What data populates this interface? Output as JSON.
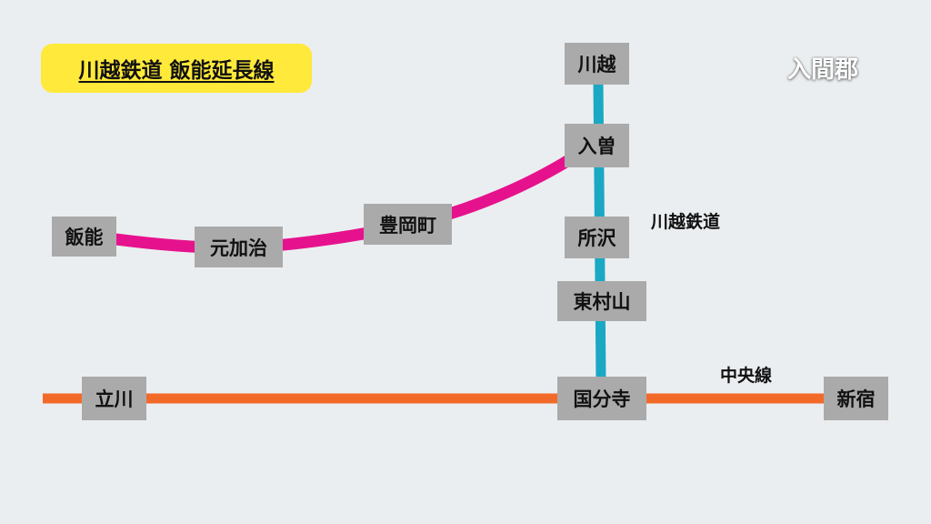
{
  "title": "川越鉄道 飯能延長線",
  "region": "入間郡",
  "lines": {
    "kawagoe": {
      "label": "川越鉄道",
      "color": "#1AA8C4"
    },
    "chuo": {
      "label": "中央線",
      "color": "#F26A2A"
    },
    "hanno_extension": {
      "color": "#E6128D"
    }
  },
  "stations": {
    "kawagoe": "川越",
    "iriso": "入曽",
    "tokorozawa": "所沢",
    "higashimurayama": "東村山",
    "kokubunji": "国分寺",
    "tachikawa": "立川",
    "shinjuku": "新宿",
    "hanno": "飯能",
    "motokaji": "元加治",
    "toyooka": "豊岡町"
  }
}
